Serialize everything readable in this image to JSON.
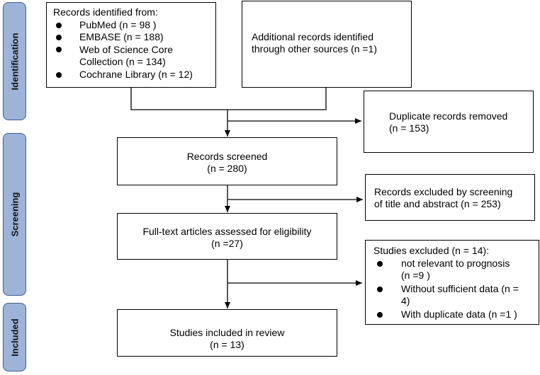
{
  "stages": {
    "identification": "Identification",
    "screening": "Screening",
    "included": "Included"
  },
  "databases": {
    "header": "Records identified from:",
    "items": [
      "PubMed (n = 98 )",
      "EMBASE (n = 188)",
      "Web of Science Core\nCollection (n = 134)",
      "Cochrane Library (n = 12)"
    ]
  },
  "additional": "Additional records identified\nthrough other sources (n =1)",
  "duplicates": "Duplicate records removed\n(n = 153)",
  "screened": "Records screened\n(n = 280)",
  "excluded_screening": "Records excluded by screening\nof title and abstract (n = 253)",
  "fulltext": "Full-text articles assessed for eligibility\n(n =27)",
  "studies_excluded": {
    "header": "Studies excluded (n = 14):",
    "items": [
      "not relevant to prognosis\n(n =9 )",
      "Without sufficient data (n =\n4)",
      "With duplicate data (n =1 )"
    ]
  },
  "included": "Studies included in review\n(n = 13)"
}
